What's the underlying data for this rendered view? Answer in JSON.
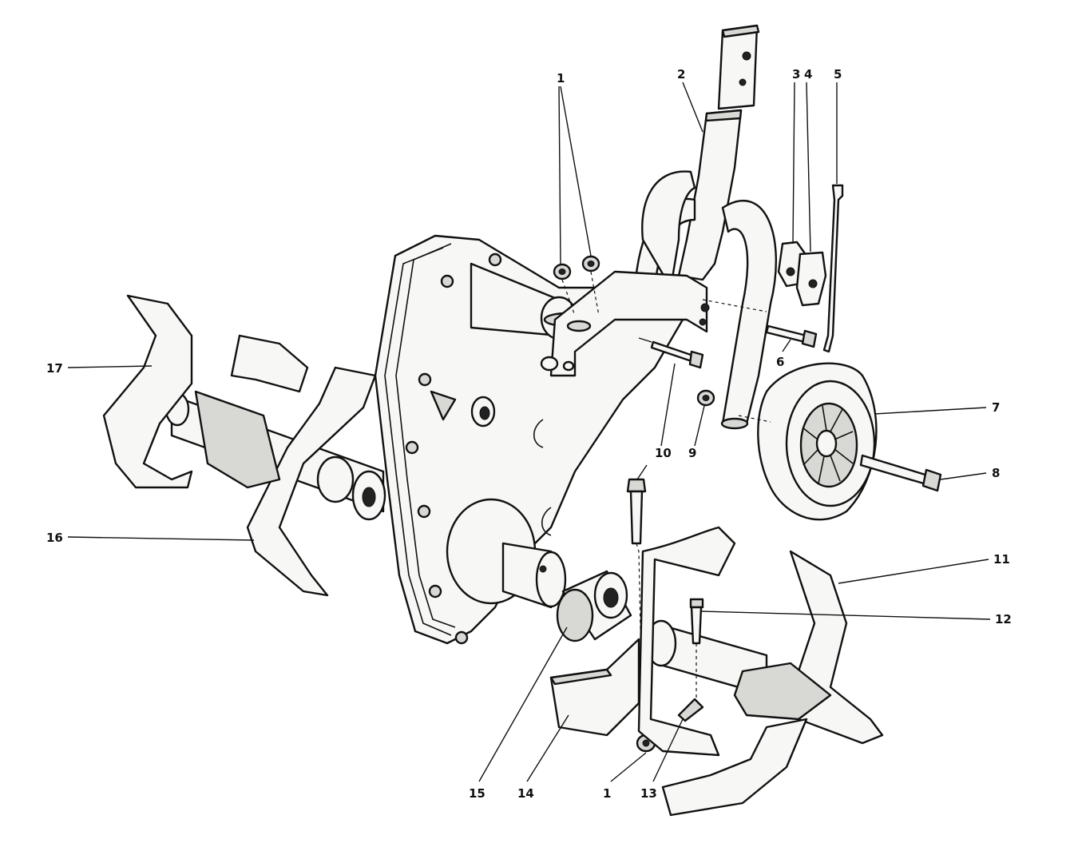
{
  "diagram": {
    "callouts": [
      {
        "id": "c1a",
        "label": "1"
      },
      {
        "id": "c2",
        "label": "2"
      },
      {
        "id": "c3",
        "label": "3"
      },
      {
        "id": "c4",
        "label": "4"
      },
      {
        "id": "c5",
        "label": "5"
      },
      {
        "id": "c6",
        "label": "6"
      },
      {
        "id": "c7",
        "label": "7"
      },
      {
        "id": "c8",
        "label": "8"
      },
      {
        "id": "c9",
        "label": "9"
      },
      {
        "id": "c10a",
        "label": "10"
      },
      {
        "id": "c10b",
        "label": "10"
      },
      {
        "id": "c11",
        "label": "11"
      },
      {
        "id": "c12",
        "label": "12"
      },
      {
        "id": "c13",
        "label": "13"
      },
      {
        "id": "c14",
        "label": "14"
      },
      {
        "id": "c15",
        "label": "15"
      },
      {
        "id": "c1b",
        "label": "1"
      },
      {
        "id": "c16",
        "label": "16"
      },
      {
        "id": "c17",
        "label": "17"
      }
    ]
  }
}
